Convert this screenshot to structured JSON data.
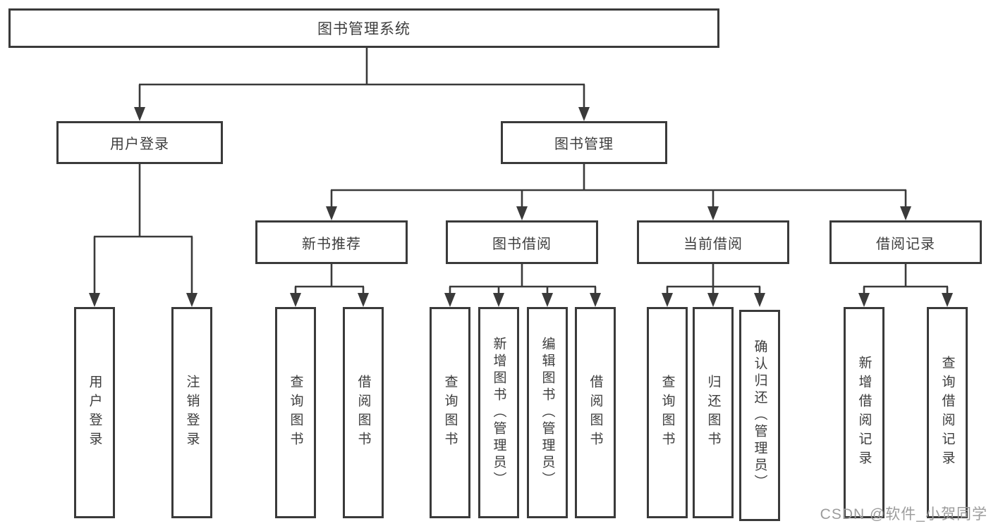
{
  "diagram_title": "图书管理系统",
  "tree": {
    "label": "图书管理系统",
    "children": [
      {
        "label": "用户登录",
        "children": [
          {
            "label": "用户登录"
          },
          {
            "label": "注销登录"
          }
        ]
      },
      {
        "label": "图书管理",
        "children": [
          {
            "label": "新书推荐",
            "children": [
              {
                "label": "查询图书"
              },
              {
                "label": "借阅图书"
              }
            ]
          },
          {
            "label": "图书借阅",
            "children": [
              {
                "label": "查询图书"
              },
              {
                "label": "新增图书（管理员）"
              },
              {
                "label": "编辑图书（管理员）"
              },
              {
                "label": "借阅图书"
              }
            ]
          },
          {
            "label": "当前借阅",
            "children": [
              {
                "label": "查询图书"
              },
              {
                "label": "归还图书"
              },
              {
                "label": "确认归还（管理员）"
              }
            ]
          },
          {
            "label": "借阅记录",
            "children": [
              {
                "label": "新增借阅记录"
              },
              {
                "label": "查询借阅记录"
              }
            ]
          }
        ]
      }
    ]
  },
  "watermark": "CSDN @软件_小贺同学",
  "colors": {
    "line": "#3a3a3a",
    "box_border": "#3a3a3a",
    "box_fill": "#ffffff",
    "text": "#3d3d3d",
    "watermark": "#9c9c9c",
    "background": "#ffffff"
  }
}
